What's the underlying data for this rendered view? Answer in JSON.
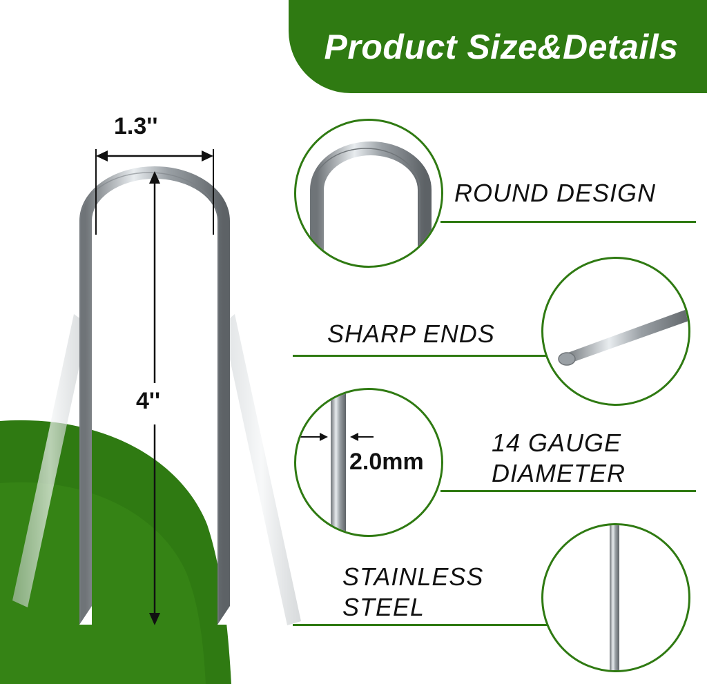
{
  "header": {
    "title": "Product Size&Details"
  },
  "dimensions": {
    "width": "1.3''",
    "height": "4''",
    "diameter": "2.0mm"
  },
  "features": [
    {
      "lines": [
        "ROUND DESIGN"
      ]
    },
    {
      "lines": [
        "SHARP ENDS"
      ]
    },
    {
      "lines": [
        "14 GAUGE",
        "DIAMETER"
      ]
    },
    {
      "lines": [
        "STAINLESS",
        "STEEL"
      ]
    }
  ],
  "colors": {
    "accent": "#2f7a12",
    "metal": "#a9aeb2",
    "text": "#111111"
  },
  "icons": [
    "u-staple-illustration",
    "arrow-icon"
  ]
}
